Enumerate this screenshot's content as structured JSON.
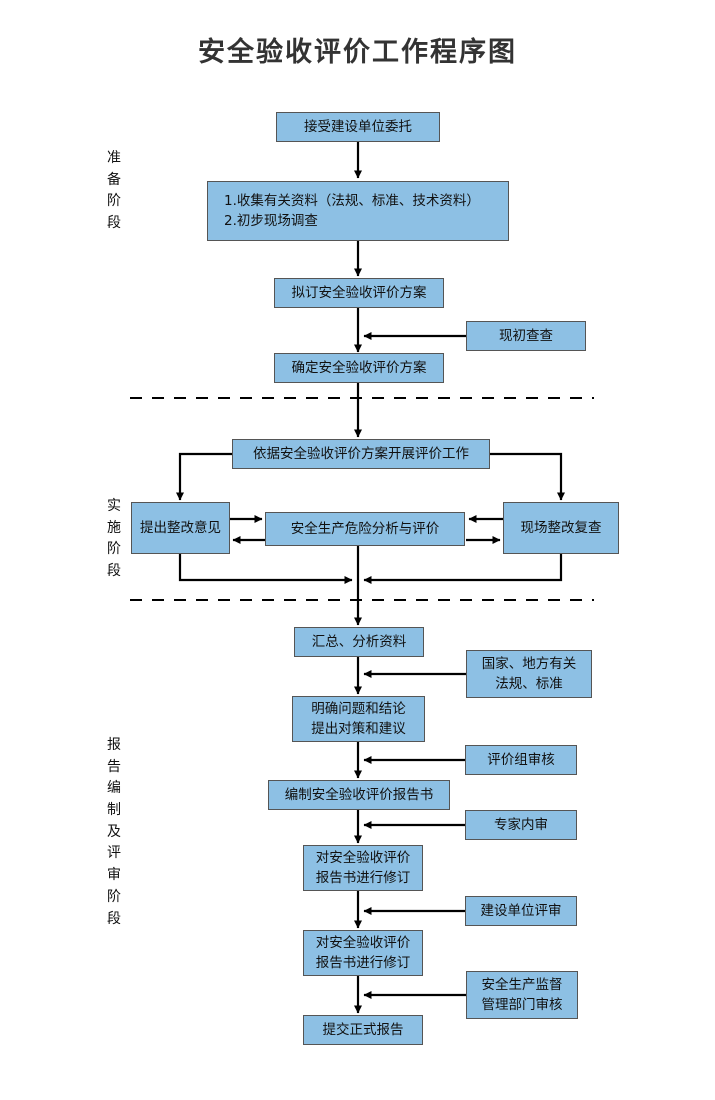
{
  "page": {
    "title": "安全验收评价工作程序图",
    "box_fill": "#8DC0E4",
    "box_border": "#555555",
    "line_color": "#000000",
    "title_color": "#333333"
  },
  "stages": [
    {
      "name": "preparation",
      "label": "准备阶段"
    },
    {
      "name": "implementation",
      "label": "实施阶段"
    },
    {
      "name": "reporting-review",
      "label": "报告编制及评审阶段"
    }
  ],
  "nodes": {
    "accept_commission": {
      "line1": "接受建设单位委托"
    },
    "collect_data": {
      "line1": "1.收集有关资料（法规、标准、技术资料）",
      "line2": "2.初步现场调查"
    },
    "draft_plan": {
      "line1": "拟订安全验收评价方案"
    },
    "preliminary_survey": {
      "line1": "现初查查"
    },
    "confirm_plan": {
      "line1": "确定安全验收评价方案"
    },
    "carry_out_eval": {
      "line1": "依据安全验收评价方案开展评价工作"
    },
    "rectification_opinion": {
      "line1": "提出整改意见"
    },
    "hazard_analysis": {
      "line1": "安全生产危险分析与评价"
    },
    "site_recheck": {
      "line1": "现场整改复查"
    },
    "summarize_data": {
      "line1": "汇总、分析资料"
    },
    "laws_standards": {
      "line1": "国家、地方有关",
      "line2": "法规、标准"
    },
    "clarify_problems": {
      "line1": "明确问题和结论",
      "line2": "提出对策和建议"
    },
    "eval_group_review": {
      "line1": "评价组审核"
    },
    "compile_report": {
      "line1": "编制安全验收评价报告书"
    },
    "expert_review": {
      "line1": "专家内审"
    },
    "revise_report_1": {
      "line1": "对安全验收评价",
      "line2": "报告书进行修订"
    },
    "owner_review": {
      "line1": "建设单位评审"
    },
    "revise_report_2": {
      "line1": "对安全验收评价",
      "line2": "报告书进行修订"
    },
    "authority_review": {
      "line1": "安全生产监督",
      "line2": "管理部门审核"
    },
    "submit_report": {
      "line1": "提交正式报告"
    }
  }
}
